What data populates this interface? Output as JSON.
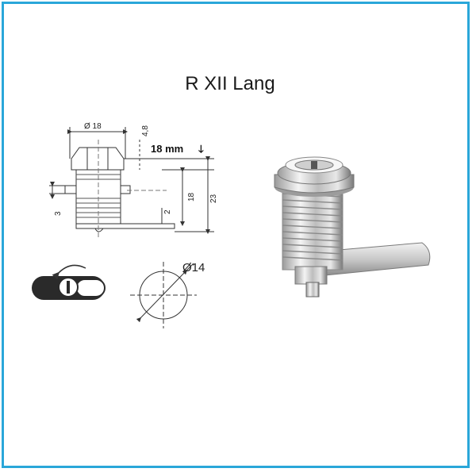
{
  "title": "R XII Lang",
  "drawing": {
    "dim_diameter_top": "Ø 18",
    "dim_4_8": "4,8",
    "dim_length_label": "18 mm",
    "dim_length_arrow": "🡓",
    "dim_18_vertical": "18",
    "dim_23_vertical": "23",
    "dim_2": "2",
    "dim_3": "3",
    "dim_hole": "Ø14"
  },
  "colors": {
    "frame": "#2aa7d9",
    "line": "#333333",
    "metal_light": "#e8e8e8",
    "metal_dark": "#6a6a6a"
  }
}
